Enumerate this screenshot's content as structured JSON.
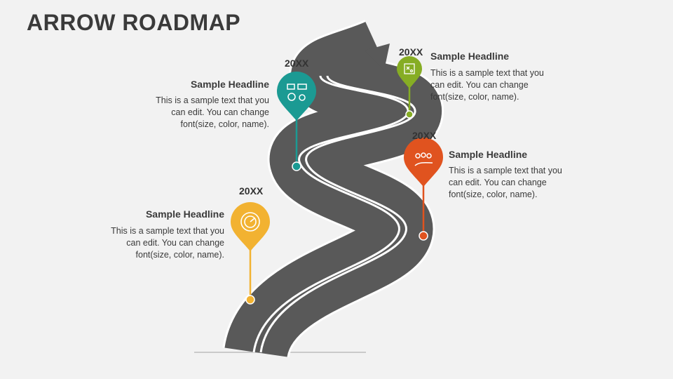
{
  "title": "ARROW ROADMAP",
  "milestones": [
    {
      "year": "20XX",
      "headline": "Sample Headline",
      "text": "This is a sample text that you can edit. You can change font(size, color, name).",
      "color": "#f2b231",
      "icon": "speedometer-icon"
    },
    {
      "year": "20XX",
      "headline": "Sample Headline",
      "text": "This is a sample text that you can edit. You can change font(size, color, name).",
      "color": "#1b9a93",
      "icon": "team-settings-icon"
    },
    {
      "year": "20XX",
      "headline": "Sample Headline",
      "text": "This is a sample text that you can edit. You can change font(size, color, name).",
      "color": "#e0531f",
      "icon": "team-hand-icon"
    },
    {
      "year": "20XX",
      "headline": "Sample Headline",
      "text": "This is a sample text that you can edit. You can change font(size, color, name).",
      "color": "#86ad24",
      "icon": "strategy-board-icon"
    }
  ]
}
